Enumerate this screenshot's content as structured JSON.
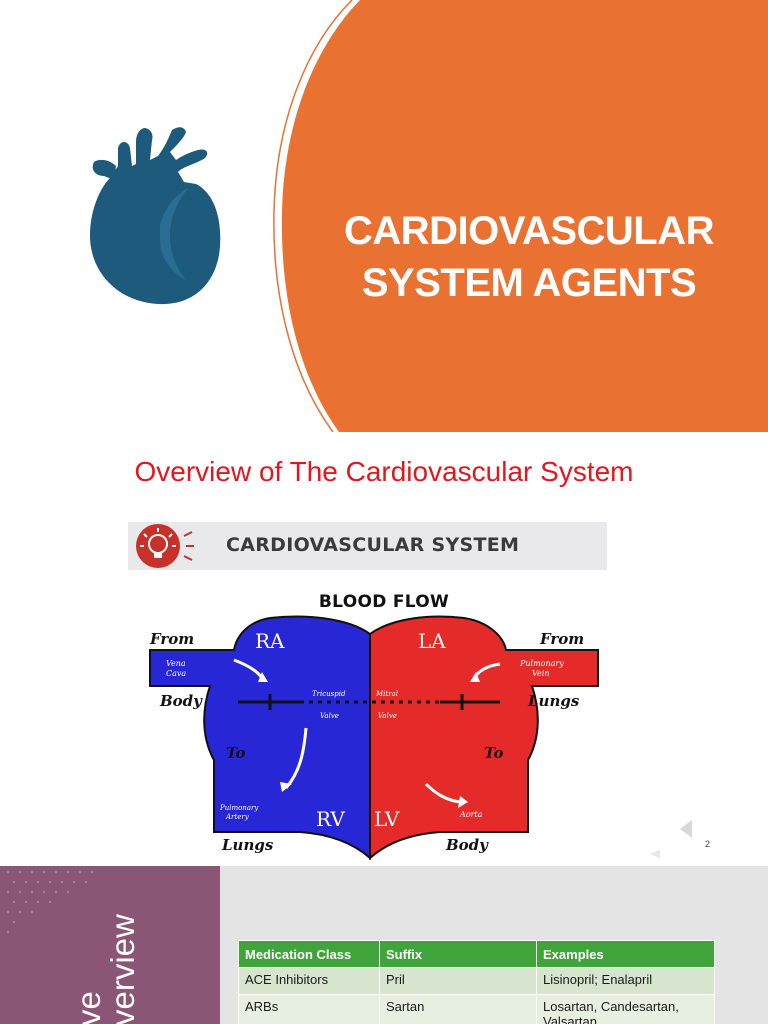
{
  "slide1": {
    "title_line1": "CARDIOVASCULAR",
    "title_line2": "SYSTEM AGENTS",
    "accent_color": "#e97132",
    "icon": "heart-icon",
    "icon_color": "#1d5a7c"
  },
  "slide2": {
    "heading": "Overview of The Cardiovascular System",
    "banner": "CARDIOVASCULAR SYSTEM",
    "banner_icon": "lightbulb-icon",
    "diagram": {
      "title": "BLOOD FLOW",
      "ra": "RA",
      "la": "LA",
      "rv": "RV",
      "lv": "LV",
      "from_left": "From",
      "from_right": "From",
      "body_left": "Body",
      "lungs_right": "Lungs",
      "to_left": "To",
      "to_right": "To",
      "lungs_bottom": "Lungs",
      "body_bottom": "Body",
      "vena_cava": "Vena\nCava",
      "pulmonary_vein": "Pulmonary\nVein",
      "pulmonary_artery": "Pulmonary\nArtery",
      "aorta": "Aorta",
      "tricuspid": "Tricuspid\nValve",
      "mitral": "Mitral\nValve"
    },
    "page_number": "2",
    "colors": {
      "heading": "#e3161f",
      "right_side": "#2727d6",
      "left_side": "#e52a2a"
    }
  },
  "slide3": {
    "side_text_1": "ve",
    "side_text_2": "verview",
    "panel_color": "#8b5576",
    "table_header_color": "#3fa53b",
    "table": {
      "headers": [
        "Medication Class",
        "Suffix",
        "Examples"
      ],
      "rows": [
        [
          "ACE Inhibitors",
          "Pril",
          "Lisinopril; Enalapril"
        ],
        [
          "ARBs",
          "Sartan",
          "Losartan, Candesartan, Valsartan"
        ]
      ]
    }
  }
}
